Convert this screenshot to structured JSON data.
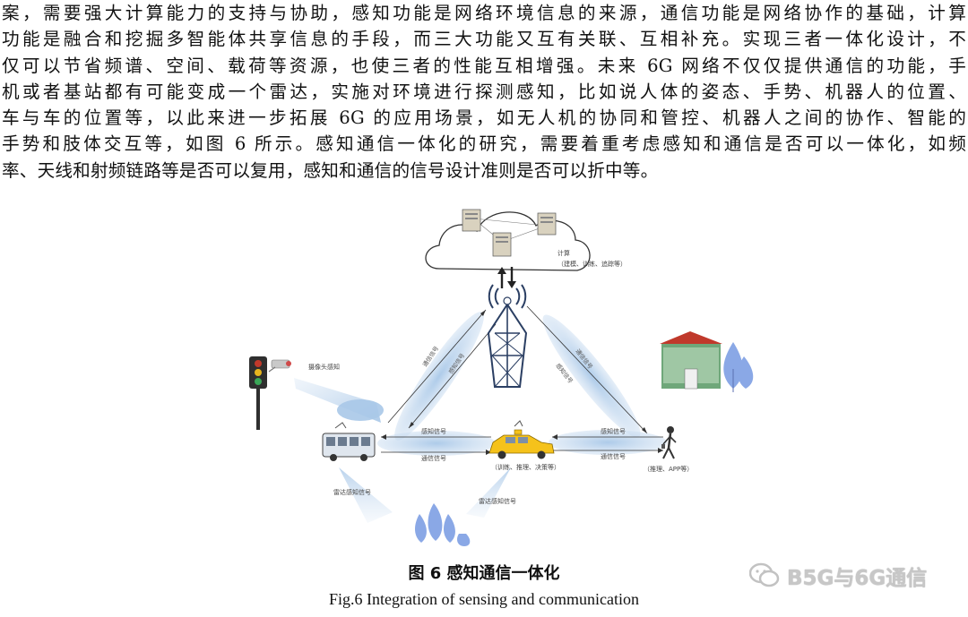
{
  "body_lines": [
    "案，需要强大计算能力的支持与协助，感知功能是网络环境信息的来源，通信功能是网络协作的基础，计算",
    "功能是融合和挖掘多智能体共享信息的手段，而三大功能又互有关联、互相补充。实现三者一体化设计，不",
    "仅可以节省频谱、空间、载荷等资源，也使三者的性能互相增强。未来 6G 网络不仅仅提供通信的功能，手",
    "机或者基站都有可能变成一个雷达，实施对环境进行探测感知，比如说人体的姿态、手势、机器人的位置、",
    "车与车的位置等，以此来进一步拓展 6G 的应用场景，如无人机的协同和管控、机器人之间的协作、智能的",
    "手势和肢体交互等，如图 6 所示。感知通信一体化的研究，需要着重考虑感知和通信是否可以一体化，如频",
    "率、天线和射频链路等是否可以复用，感知和通信的信号设计准则是否可以折中等。"
  ],
  "figure": {
    "compute_label": "计算",
    "compute_sublabel": "（建模、训练、追踪等）",
    "camera_label": "摄像头感知",
    "car_sublabel": "（训练、推理、决策等）",
    "person_sublabel": "（推理、APP等）",
    "radar_label_left": "雷达感知信号",
    "radar_label_mid": "雷达感知信号",
    "beam_labels": {
      "tower_bus_a": "通信信号",
      "tower_bus_b": "感知信号",
      "tower_person_a": "通信信号",
      "tower_person_b": "感知信号",
      "bus_car_top": "感知信号",
      "bus_car_bottom": "通信信号",
      "car_person_top": "感知信号",
      "car_person_bottom": "通信信号"
    }
  },
  "caption_zh": "图 6  感知通信一体化",
  "caption_en": "Fig.6 Integration of sensing and communication",
  "watermark_text": "B5G与6G通信",
  "colors": {
    "beam": "#a9c8e8",
    "tower": "#2b3f63",
    "taxi": "#f5c21b",
    "traffic_green": "#3aa657",
    "building_roof": "#c0392b",
    "building_wall": "#6fa77a",
    "tree": "#8aa8e6"
  }
}
